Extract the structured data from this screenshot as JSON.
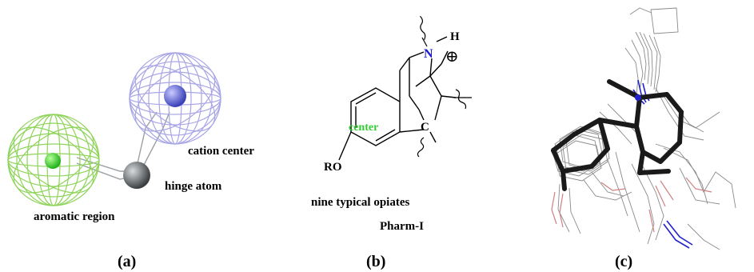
{
  "panel_a": {
    "label_aromatic": "aromatic region",
    "label_hinge": "hinge atom",
    "label_cation": "cation center",
    "caption": "(a)",
    "colors": {
      "aromatic": "#8fd45a",
      "aromatic_core": "#2fc41a",
      "cation": "#a9a6e6",
      "cation_core": "#4a52d6",
      "hinge": "#6c7074"
    }
  },
  "panel_b": {
    "atom_n": "N",
    "atom_h": "H",
    "atom_c": "C",
    "charge": "⊕",
    "center": "center",
    "ro": "RO",
    "label_opiates": "nine typical opiates",
    "label_pharm": "Pharm-I",
    "caption": "(b)",
    "colors": {
      "nitrogen": "#1a1acc",
      "center": "#33cc33"
    }
  },
  "panel_c": {
    "caption": "(c)",
    "colors": {
      "bold": "#1a1a1a",
      "thin": "#8a8a8a",
      "nitrogen": "#2222cc",
      "oxygen": "#d08080"
    }
  }
}
